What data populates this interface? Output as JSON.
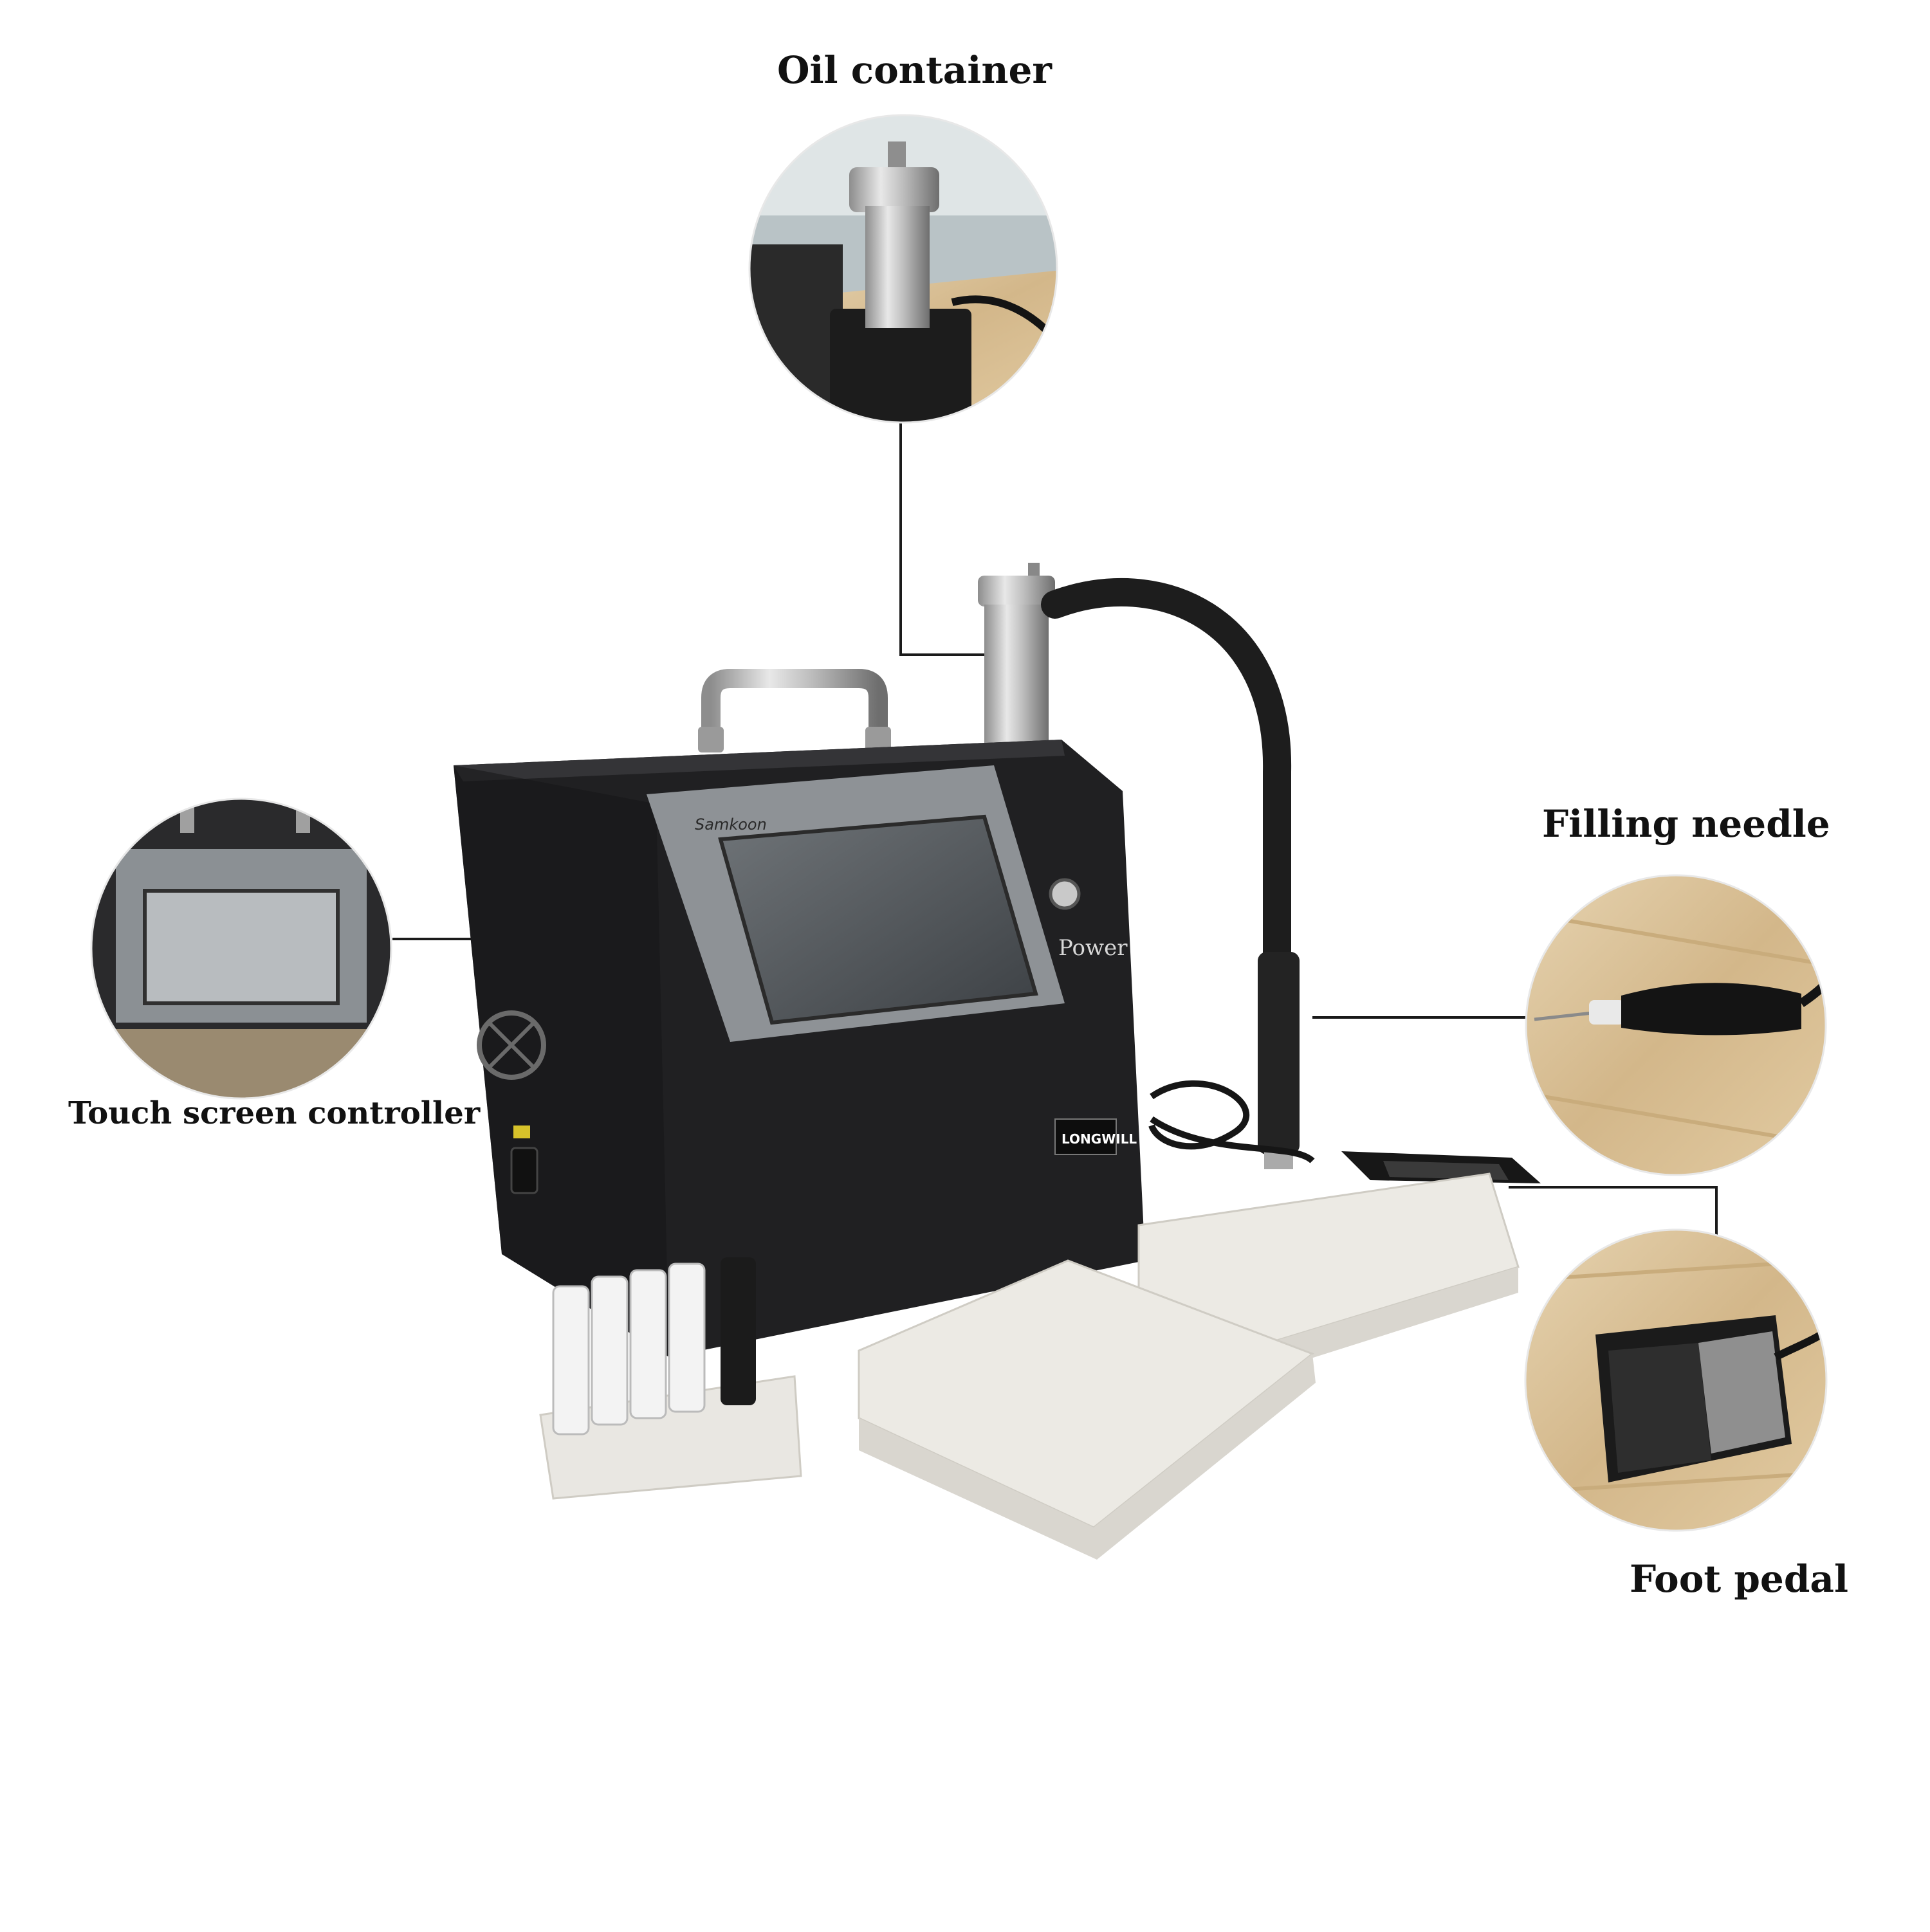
{
  "labels": {
    "oil_container": "Oil container",
    "touch_screen_controller": "Touch screen controller",
    "filling_needle": "Filling needle",
    "foot_pedal": "Foot pedal"
  },
  "device": {
    "screen_brand": "Samkoon",
    "power_label": "Power",
    "brand": "LONGWILL"
  },
  "colors": {
    "background": "#ffffff",
    "machine_body": "#202022",
    "leader_line": "#1a1a1a",
    "tray": "#eceae4",
    "wood": "#d9c29a"
  }
}
